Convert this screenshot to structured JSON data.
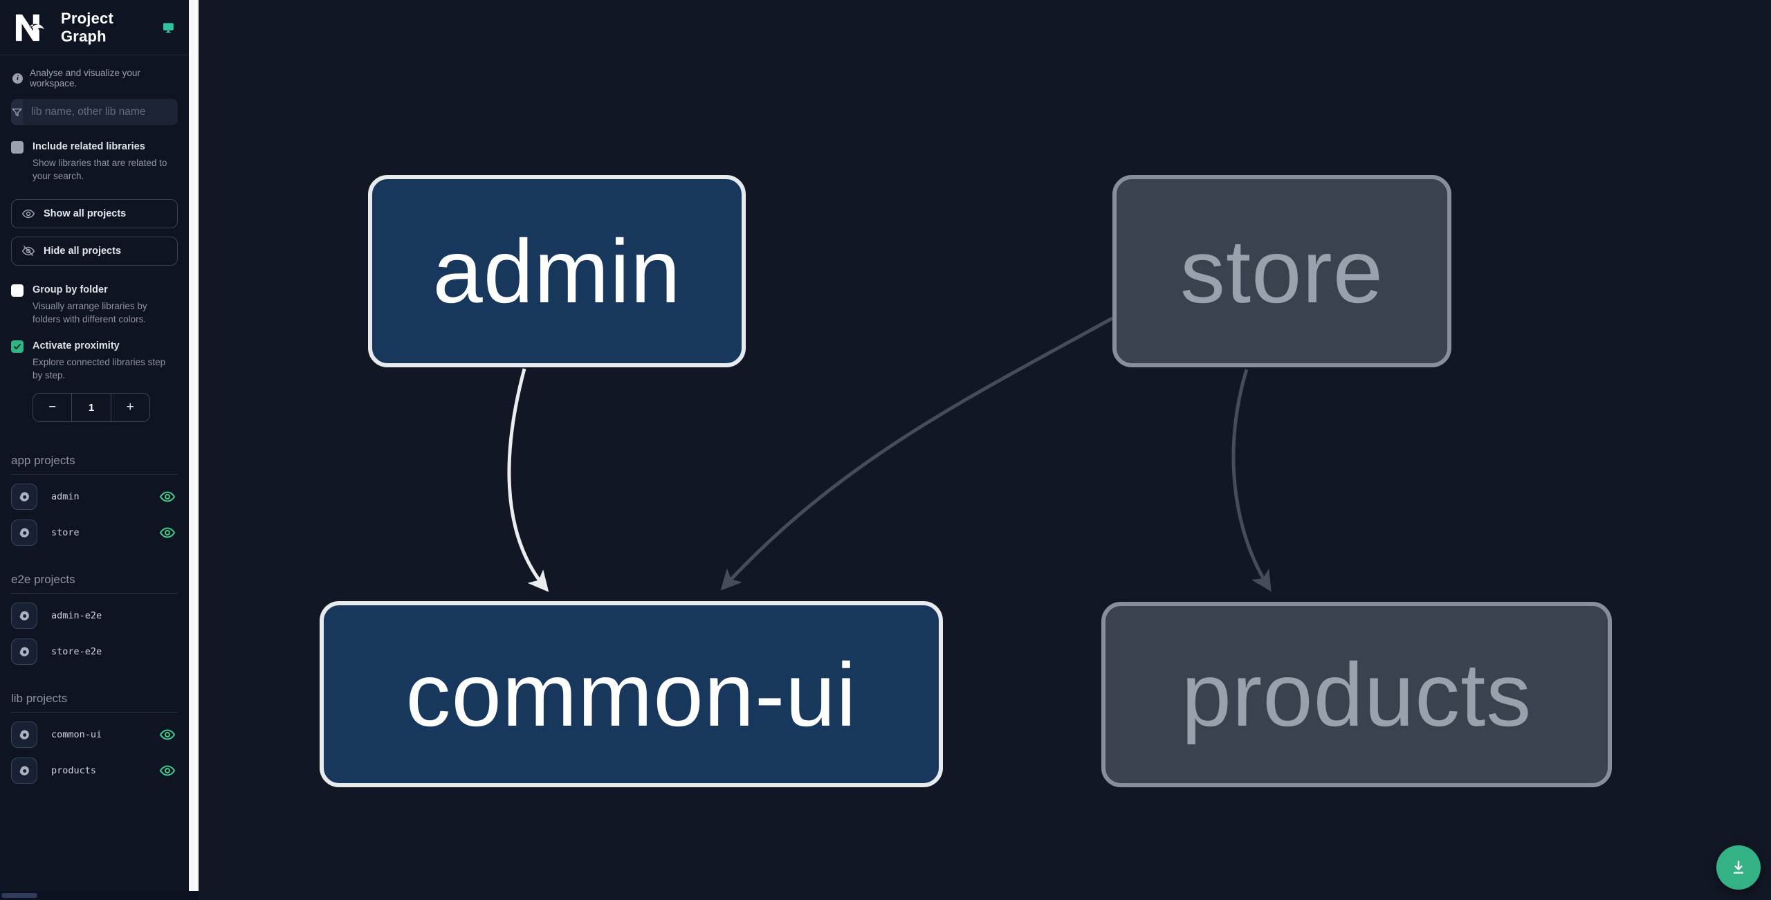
{
  "app": {
    "title": "Project Graph"
  },
  "sidebar": {
    "tagline": "Analyse and visualize your workspace.",
    "filter": {
      "placeholder": "lib name, other lib name"
    },
    "toggles": {
      "include_related": {
        "label": "Include related libraries",
        "description": "Show libraries that are related to your search.",
        "checked": false
      },
      "group_by_folder": {
        "label": "Group by folder",
        "description": "Visually arrange libraries by folders with different colors.",
        "checked": false
      },
      "activate_proximity": {
        "label": "Activate proximity",
        "description": "Explore connected libraries step by step.",
        "checked": true
      }
    },
    "actions": {
      "show_all": "Show all projects",
      "hide_all": "Hide all projects"
    },
    "proximity_counter": {
      "decrement": "−",
      "value": "1",
      "increment": "+"
    },
    "sections": [
      {
        "title": "app projects",
        "items": [
          {
            "name": "admin",
            "eye_visible": true
          },
          {
            "name": "store",
            "eye_visible": true
          }
        ]
      },
      {
        "title": "e2e projects",
        "items": [
          {
            "name": "admin-e2e",
            "eye_visible": false
          },
          {
            "name": "store-e2e",
            "eye_visible": false
          }
        ]
      },
      {
        "title": "lib projects",
        "items": [
          {
            "name": "common-ui",
            "eye_visible": true
          },
          {
            "name": "products",
            "eye_visible": true
          }
        ]
      }
    ]
  },
  "graph": {
    "nodes": [
      {
        "label": "admin",
        "type": "app",
        "state": "highlighted"
      },
      {
        "label": "store",
        "type": "app",
        "state": "faded"
      },
      {
        "label": "common-ui",
        "type": "lib",
        "state": "highlighted"
      },
      {
        "label": "products",
        "type": "lib",
        "state": "faded"
      }
    ],
    "edges": [
      {
        "source": "admin",
        "target": "common-ui",
        "state": "highlighted"
      },
      {
        "source": "store",
        "target": "common-ui",
        "state": "faded"
      },
      {
        "source": "store",
        "target": "products",
        "state": "faded"
      }
    ]
  },
  "fab": {
    "action": "download-graph"
  },
  "colors": {
    "accent_green": "#2eb583",
    "eye_green": "#3ecf8e",
    "node_highlight_bg": "#17375c",
    "node_highlight_border": "#e8eaee",
    "node_faded_bg": "#3a414f",
    "node_faded_border": "#878f9b",
    "edge_highlight": "#ededf0",
    "edge_faded": "#454d5d",
    "canvas_bg": "#121725",
    "sidebar_bg": "#0e1422"
  }
}
